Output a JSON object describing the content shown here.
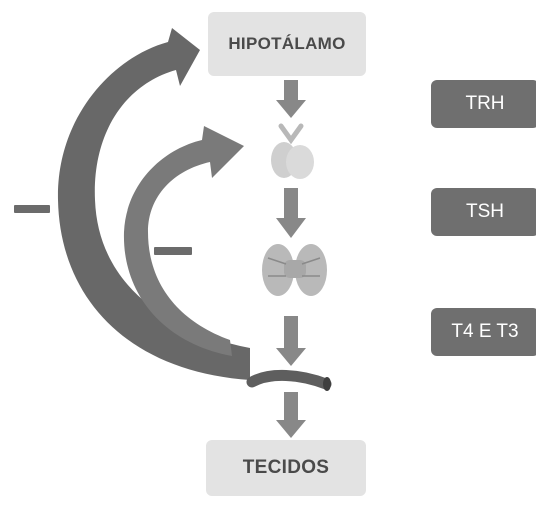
{
  "boxes": {
    "hypothalamus": "HIPOTÁLAMO",
    "tissues": "TECIDOS"
  },
  "hormones": {
    "trh": "TRH",
    "tsh": "TSH",
    "t4_t3": "T4 E T3"
  },
  "feedback_sign": "−",
  "colors": {
    "box_fill": "#e3e3e3",
    "hormone_fill": "#6f6f6f",
    "arrow": "#7a7a7a",
    "feedback_arrow": "#6b6b6b",
    "organ": "#c8c8c8"
  },
  "icons": [
    "pituitary-icon",
    "thyroid-icon",
    "blood-vessel-icon"
  ]
}
